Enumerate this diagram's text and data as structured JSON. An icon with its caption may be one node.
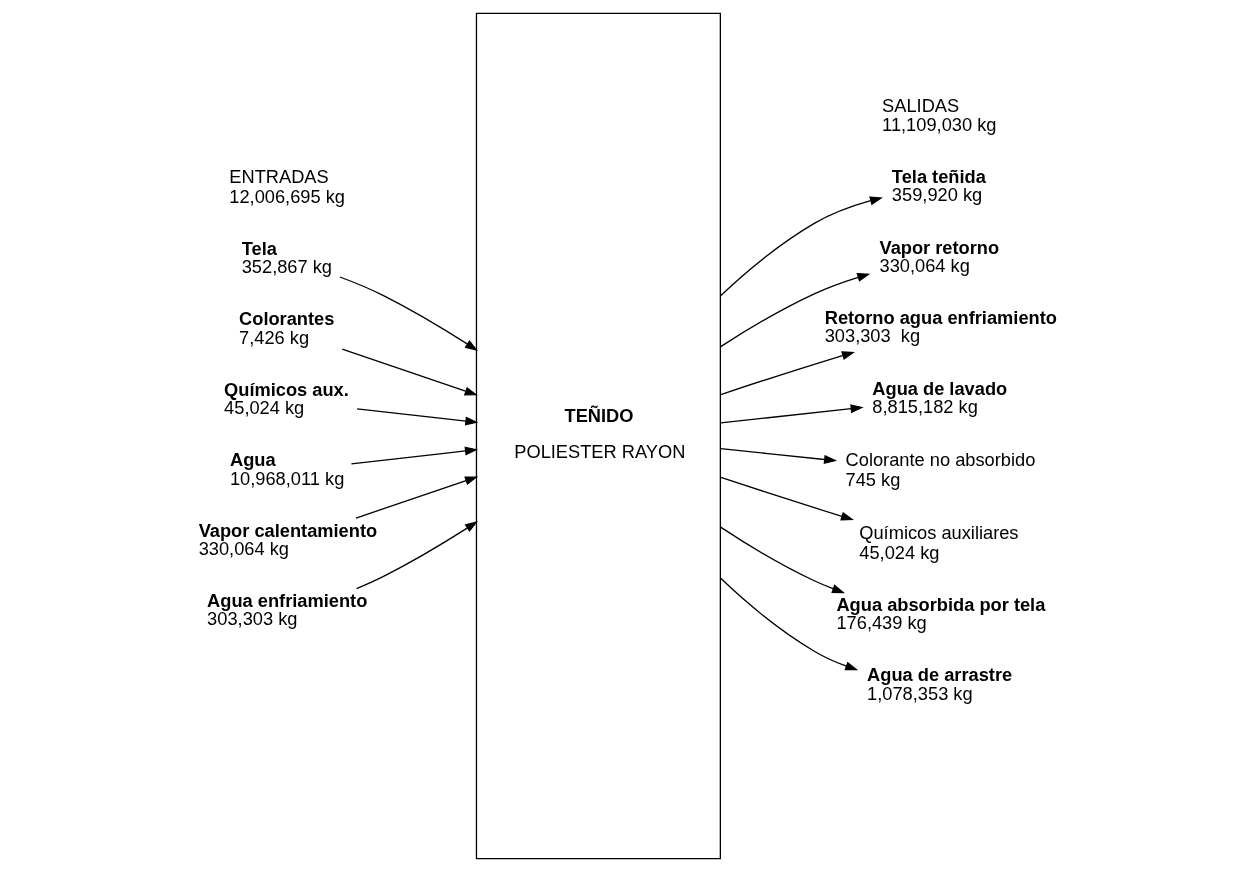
{
  "diagram": {
    "nodes": [
      {
        "text": [
          "Tela",
          "352,867 kg"
        ]
      },
      {
        "text": [
          "Colorantes",
          "7,426 kg"
        ]
      },
      {
        "text": [
          "Químicos aux.",
          "45,024 kg"
        ]
      },
      {
        "text": [
          "Agua",
          "10,968,011 kg"
        ]
      },
      {
        "text": [
          "Vapor calentamiento",
          "330,064 kg"
        ]
      },
      {
        "text": [
          "Agua enfriamiento",
          "303,303 kg"
        ]
      },
      {
        "text": [
          "TEÑIDO",
          "POLIESTER RAYON"
        ]
      },
      {
        "text": [
          "Tela teñida",
          "359,920 kg"
        ]
      },
      {
        "text": [
          "Vapor retorno",
          "330,064 kg"
        ]
      },
      {
        "text": [
          "Retorno agua enfriamiento",
          "303,303  kg"
        ]
      },
      {
        "text": [
          "Agua de lavado",
          "8,815,182 kg"
        ]
      },
      {
        "text": [
          "Colorante no absorbido",
          "745 kg"
        ]
      },
      {
        "text": [
          "Químicos auxiliares",
          "45,024 kg"
        ]
      },
      {
        "text": [
          "Agua absorbida por tela",
          "176,439 kg"
        ]
      },
      {
        "text": [
          "Agua de arrastre",
          "1,078,353 kg"
        ]
      }
    ],
    "edges": [
      {
        "from": 0,
        "to": 6,
        "arrow": "to"
      },
      {
        "from": 1,
        "to": 6,
        "arrow": "to"
      },
      {
        "from": 2,
        "to": 6,
        "arrow": "to"
      },
      {
        "from": 3,
        "to": 6,
        "arrow": "to"
      },
      {
        "from": 4,
        "to": 6,
        "arrow": "to"
      },
      {
        "from": 5,
        "to": 6,
        "arrow": "to"
      },
      {
        "from": 6,
        "to": 7,
        "arrow": "to"
      },
      {
        "from": 6,
        "to": 8,
        "arrow": "to"
      },
      {
        "from": 6,
        "to": 9,
        "arrow": "to"
      },
      {
        "from": 6,
        "to": 10,
        "arrow": "to"
      },
      {
        "from": 6,
        "to": 11,
        "arrow": "to"
      },
      {
        "from": 6,
        "to": 12,
        "arrow": "to"
      },
      {
        "from": 6,
        "to": 13,
        "arrow": "to"
      },
      {
        "from": 6,
        "to": 14,
        "arrow": "to"
      }
    ],
    "labels": [
      "ENTRADAS",
      "12,006,695 kg",
      "SALIDAS",
      "11,109,030 kg"
    ]
  }
}
